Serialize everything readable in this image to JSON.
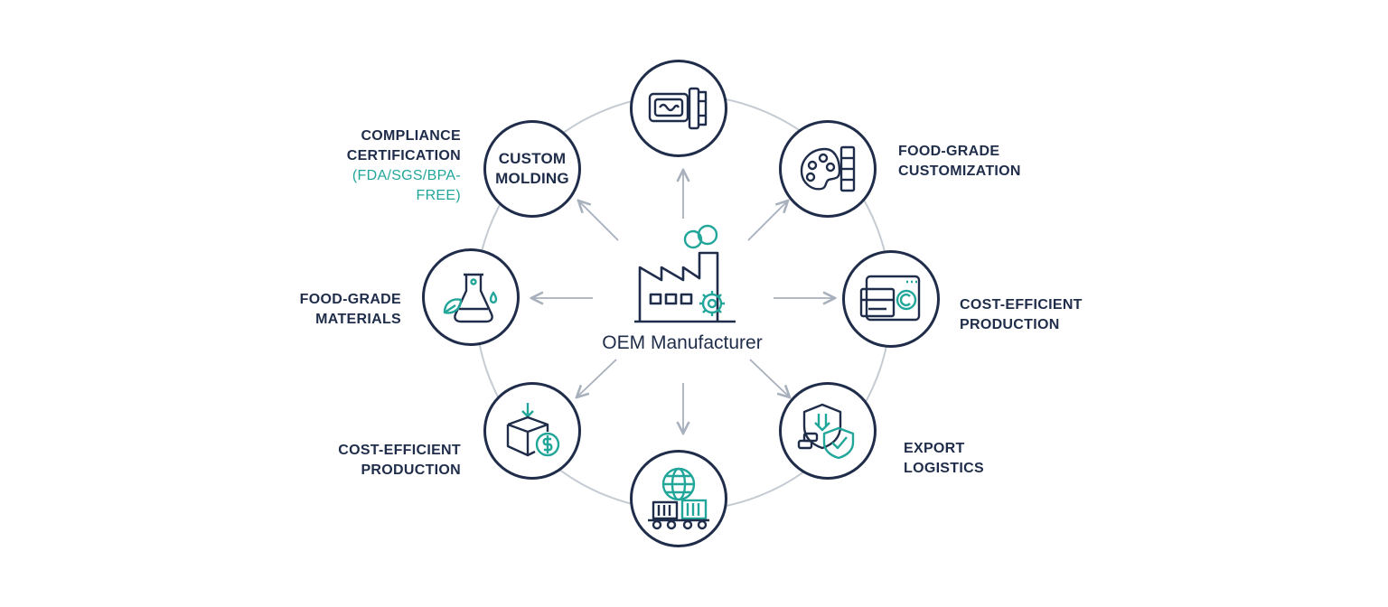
{
  "center": {
    "title": "OEM Manufacturer",
    "icon": "factory-gear-icon"
  },
  "nodes": [
    {
      "id": "top",
      "text_lines": [],
      "icon": "mold-tool-icon"
    },
    {
      "id": "top-left",
      "text_lines": [
        "CUSTOM",
        "MOLDING"
      ],
      "icon": ""
    },
    {
      "id": "top-right",
      "text_lines": [],
      "icon": "palette-swatch-icon"
    },
    {
      "id": "left",
      "text_lines": [],
      "icon": "flask-leaf-icon"
    },
    {
      "id": "right",
      "text_lines": [],
      "icon": "machine-production-icon"
    },
    {
      "id": "bottom-left",
      "text_lines": [],
      "icon": "box-dollar-icon"
    },
    {
      "id": "bottom",
      "text_lines": [],
      "icon": "globe-containers-icon"
    },
    {
      "id": "bottom-right",
      "text_lines": [],
      "icon": "shield-check-icon"
    }
  ],
  "labels": {
    "compliance": {
      "lines": [
        "COMPLIANCE",
        "CERTIFICATION"
      ],
      "accent": "(FDA/SGS/BPA-FREE)"
    },
    "food_grade_customization": {
      "lines": [
        "FOOD-GRADE",
        "CUSTOMIZATION"
      ]
    },
    "food_grade_materials": {
      "lines": [
        "FOOD-GRADE",
        "MATERIALS"
      ]
    },
    "cost_efficient_right": {
      "lines": [
        "COST-EFFICIENT",
        "PRODUCTION"
      ]
    },
    "cost_efficient_left": {
      "lines": [
        "COST-EFFICIENT",
        "PRODUCTION"
      ]
    },
    "export_logistics": {
      "lines": [
        "EXPORT",
        "LOGISTICS"
      ]
    }
  },
  "colors": {
    "navy": "#1f2d4a",
    "teal": "#22a69a",
    "ring": "#c5cbd3",
    "arrow": "#a7b0bc"
  }
}
